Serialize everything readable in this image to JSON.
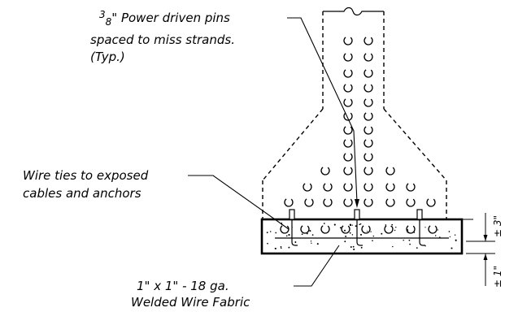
{
  "labels": {
    "pins_line1_num": "3",
    "pins_line1_den": "8",
    "pins_line1_rest": "\" Power driven pins",
    "pins_line2": "spaced to miss strands.",
    "pins_line3": "(Typ.)",
    "ties_line1": "Wire ties to exposed",
    "ties_line2": "cables and anchors",
    "fabric_line1": "1\" x 1\" - 18 ga.",
    "fabric_line2": "Welded Wire Fabric"
  },
  "dimensions": {
    "right_top": "± 3\"",
    "right_bottom": "± 1\""
  },
  "colors": {
    "line": "#000000",
    "background": "#ffffff"
  }
}
